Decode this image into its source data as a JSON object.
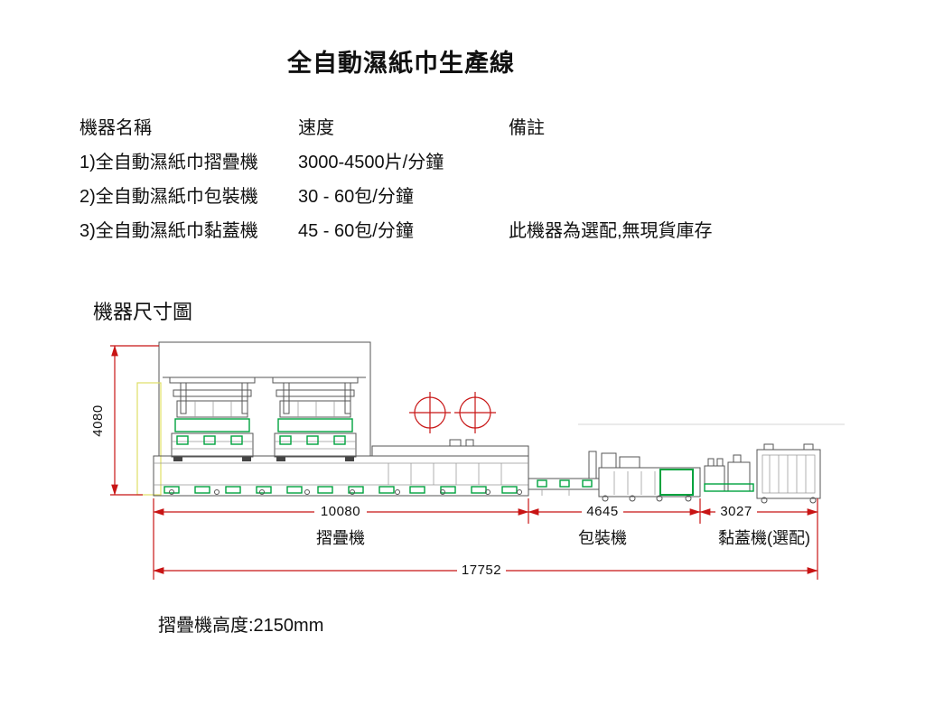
{
  "page": {
    "title": "全自動濕紙巾生產線",
    "section_title": "機器尺寸圖",
    "footer_note": "摺疊機高度:2150mm"
  },
  "table": {
    "headers": [
      "機器名稱",
      "速度",
      "備註"
    ],
    "rows": [
      {
        "name": "1)全自動濕紙巾摺疊機",
        "speed": "3000-4500片/分鐘",
        "note": ""
      },
      {
        "name": "2)全自動濕紙巾包裝機",
        "speed": "30 - 60包/分鐘",
        "note": ""
      },
      {
        "name": "3)全自動濕紙巾黏蓋機",
        "speed": "45 - 60包/分鐘",
        "note": "此機器為選配,無現貨庫存"
      }
    ]
  },
  "diagram": {
    "height_dim": "4080",
    "sections": [
      {
        "length": "10080",
        "label": "摺疊機"
      },
      {
        "length": "4645",
        "label": "包裝機"
      },
      {
        "length": "3027",
        "label": "黏蓋機(選配)"
      }
    ],
    "total_length": "17752",
    "colors": {
      "dimension_red": "#c81414",
      "machine_outline": "#555555",
      "highlight_green": "#00a33e",
      "panel_yellow": "#dede66"
    }
  }
}
